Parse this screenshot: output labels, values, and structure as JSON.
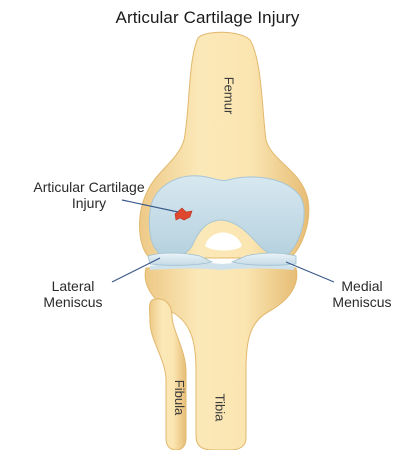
{
  "title": "Articular Cartilage Injury",
  "labels": {
    "injury_line1": "Articular Cartilage",
    "injury_line2": "Injury",
    "lateral_line1": "Lateral",
    "lateral_line2": "Meniscus",
    "medial_line1": "Medial",
    "medial_line2": "Meniscus",
    "femur": "Femur",
    "tibia": "Tibia",
    "fibula": "Fibula"
  },
  "colors": {
    "bone": "#f6dca0",
    "bone_shadow": "#e9c27a",
    "cartilage": "#c6dde8",
    "cartilage_edge": "#9fc0d2",
    "meniscus": "#dbe9f0",
    "injury": "#e0472f",
    "leader": "#3a5a8a"
  }
}
